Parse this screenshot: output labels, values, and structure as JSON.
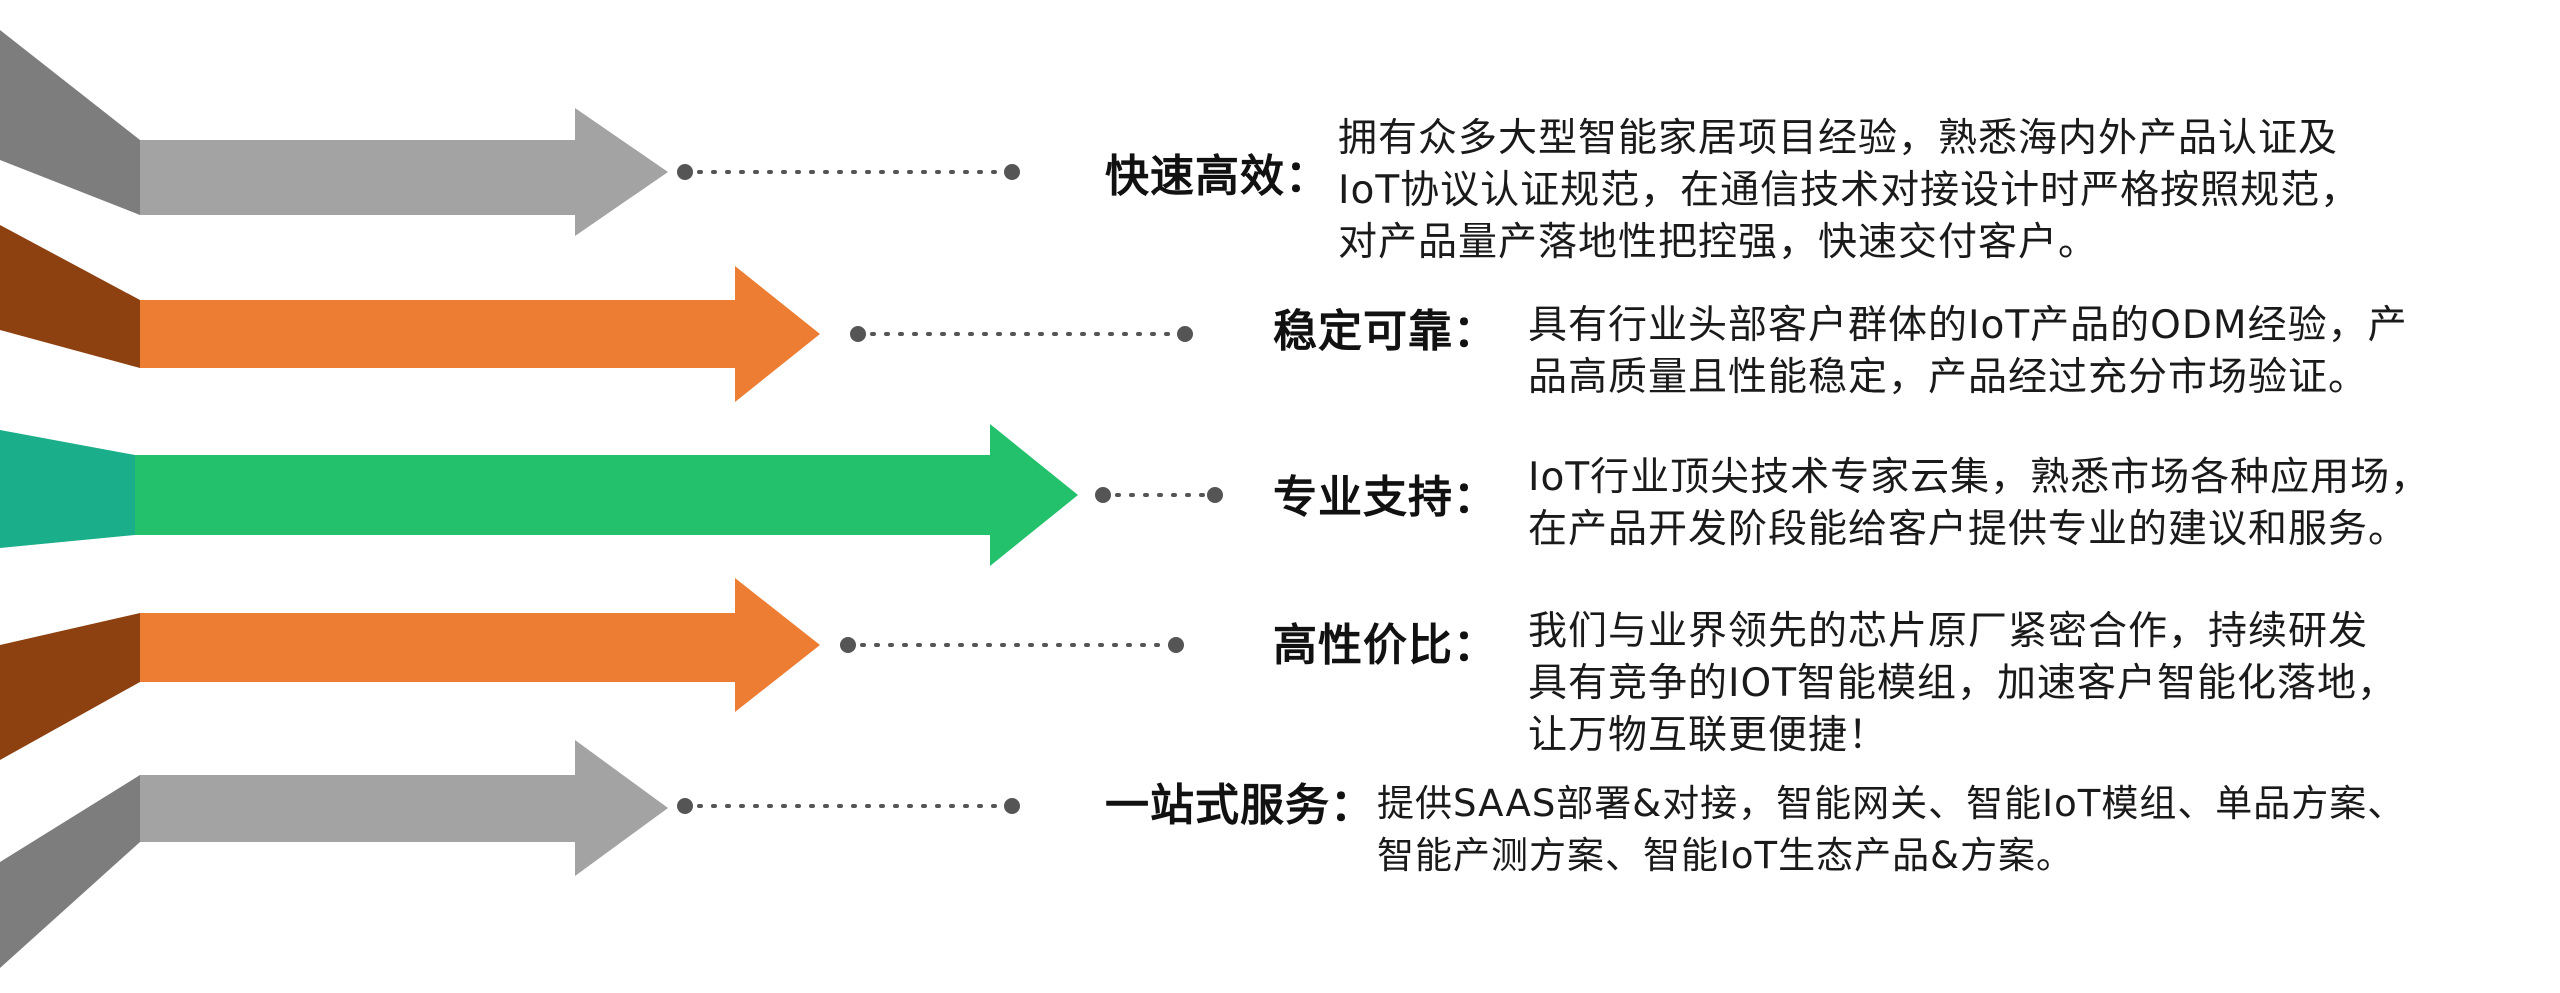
{
  "colors": {
    "gray": "#a3a3a3",
    "gray_dark": "#7d7d7d",
    "orange": "#ec7d32",
    "orange_dark": "#8d4010",
    "green": "#23c16b",
    "teal": "#1aaf8a",
    "dot": "#555555"
  },
  "items": [
    {
      "heading": "快速高效：",
      "color": "gray",
      "lines": [
        "拥有众多大型智能家居项目经验，熟悉海内外产品认证及",
        "IoT协议认证规范，在通信技术对接设计时严格按照规范，",
        "对产品量产落地性把控强，快速交付客户。"
      ]
    },
    {
      "heading": "稳定可靠：",
      "color": "orange",
      "lines": [
        "具有行业头部客户群体的IoT产品的ODM经验，产",
        "品高质量且性能稳定，产品经过充分市场验证。"
      ]
    },
    {
      "heading": "专业支持：",
      "color": "green",
      "lines": [
        "IoT行业顶尖技术专家云集，熟悉市场各种应用场，",
        "在产品开发阶段能给客户提供专业的建议和服务。"
      ]
    },
    {
      "heading": "高性价比：",
      "color": "orange",
      "lines": [
        "我们与业界领先的芯片原厂紧密合作，持续研发",
        "具有竞争的IOT智能模组，加速客户智能化落地，",
        "让万物互联更便捷！"
      ]
    },
    {
      "heading": "一站式服务：",
      "color": "gray",
      "lines": [
        "提供SAAS部署&对接，智能网关、智能IoT模组、单品方案、",
        "智能产测方案、智能IoT生态产品&方案。"
      ]
    }
  ]
}
